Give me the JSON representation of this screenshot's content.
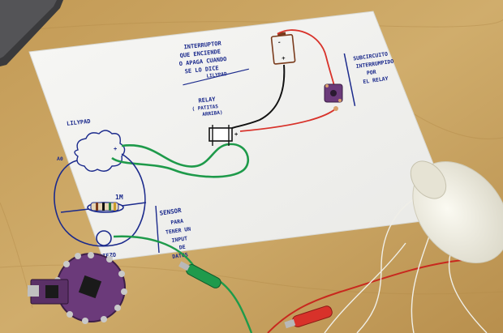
{
  "colors": {
    "table": "#c8a564",
    "paper": "#f4f4f2",
    "pen_blue": "#1b2a8c",
    "wire_green": "#1e9a4a",
    "wire_red": "#d8322a",
    "wire_black": "#111111",
    "board_purple": "#6b3a7a",
    "thread": "#efeee6"
  },
  "notes": {
    "interruptor": [
      "INTERRUPTOR",
      "QUE ENCIENDE",
      "O APAGA CUANDO",
      "SE LO DICE",
      "LILYPAD"
    ],
    "lilypad_label": "LILYPAD",
    "relay_title": "RELAY",
    "relay_sub": [
      "( PATITAS",
      "ARRIBA)"
    ],
    "a0_label": "A0",
    "resistor_label": "1M",
    "sensor": [
      "SENSOR",
      "PARA",
      "TENER UN",
      "INPUT",
      "DE",
      "DATOS"
    ],
    "piezo_label": "PIEZO",
    "subcircuit": [
      "SUBCIRCUITO",
      "INTERRUMPIDO",
      "POR",
      "EL RELAY"
    ],
    "battery_plus": "+",
    "battery_minus": "-",
    "relay_plus": "+",
    "lilypad_plus": "+"
  },
  "icons": {
    "battery": "battery-icon",
    "relay": "relay-icon",
    "microcontroller": "lilypad-board-icon",
    "thread_spool": "thread-spool-icon",
    "alligator_clip": "alligator-clip-icon"
  }
}
